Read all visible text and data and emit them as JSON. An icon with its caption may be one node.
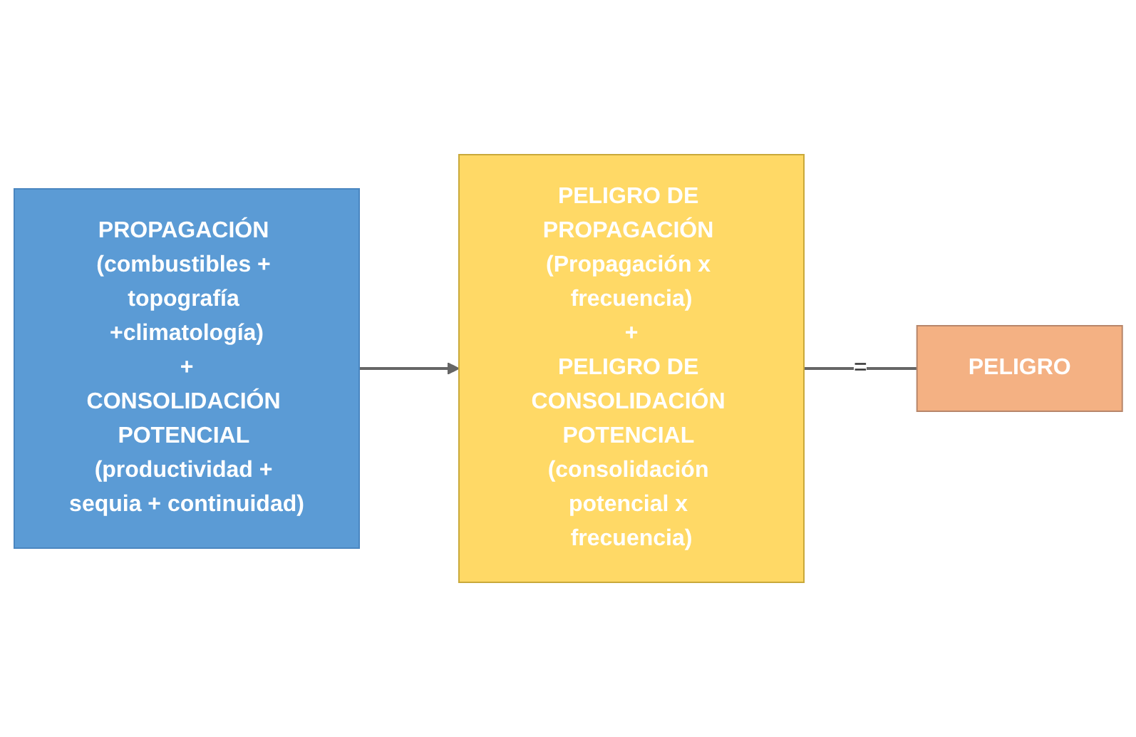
{
  "diagram": {
    "nodes": [
      {
        "text": [
          "PROPAGACIÓN (combustibles + topografía +climatología)",
          "+",
          "CONSOLIDACIÓN POTENCIAL (productividad + sequia + continuidad)"
        ]
      },
      {
        "text": [
          "PELIGRO DE PROPAGACIÓN (Propagación x frecuencia)",
          "+",
          "PELIGRO DE CONSOLIDACIÓN POTENCIAL (consolidación potencial x frecuencia)"
        ]
      },
      {
        "text": [
          "PELIGRO"
        ]
      }
    ],
    "edges": [
      {
        "from": 0,
        "to": 1,
        "arrow": "to"
      },
      {
        "from": 1,
        "to": 2,
        "arrow": "none",
        "label": "="
      }
    ]
  }
}
